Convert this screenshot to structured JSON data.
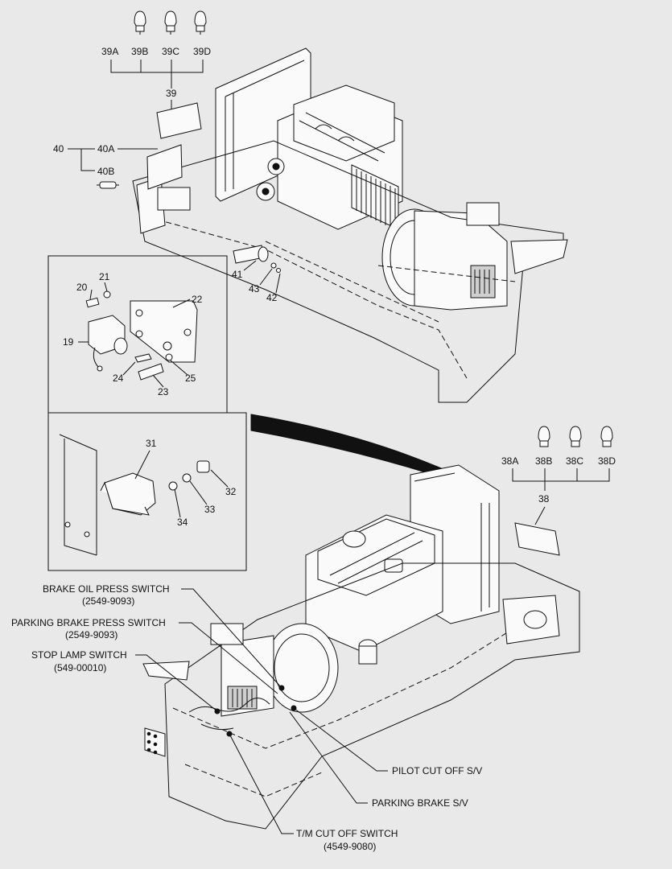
{
  "parts": {
    "p39A": "39A",
    "p39B": "39B",
    "p39C": "39C",
    "p39D": "39D",
    "p39": "39",
    "p40": "40",
    "p40A": "40A",
    "p40B": "40B",
    "p41": "41",
    "p42": "42",
    "p43": "43",
    "p19": "19",
    "p20": "20",
    "p21": "21",
    "p22": "22",
    "p23": "23",
    "p24": "24",
    "p25": "25",
    "p31": "31",
    "p32": "32",
    "p33": "33",
    "p34": "34",
    "p38A": "38A",
    "p38B": "38B",
    "p38C": "38C",
    "p38D": "38D",
    "p38": "38"
  },
  "callouts": {
    "brake_oil": {
      "name": "BRAKE OIL PRESS SWITCH",
      "code": "(2549-9093)"
    },
    "parking_brake_press": {
      "name": "PARKING BRAKE PRESS SWITCH",
      "code": "(2549-9093)"
    },
    "stop_lamp": {
      "name": "STOP LAMP SWITCH",
      "code": "(549-00010)"
    },
    "pilot_cut": {
      "name": "PILOT CUT OFF S/V"
    },
    "parking_brake_sv": {
      "name": "PARKING BRAKE S/V"
    },
    "tm_cut": {
      "name": "T/M CUT OFF SWITCH",
      "code": "(4549-9080)"
    }
  },
  "icons": [
    "bulb-icon",
    "festoon-bulb-icon"
  ]
}
